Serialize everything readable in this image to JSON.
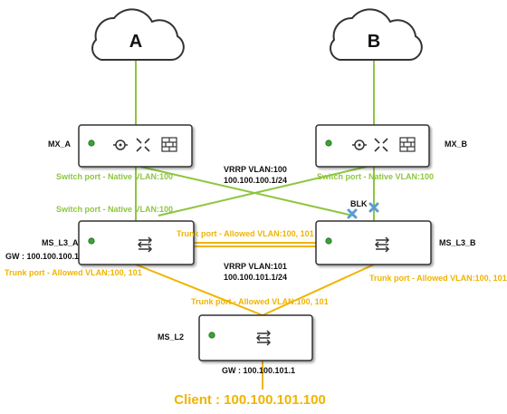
{
  "clouds": [
    {
      "id": "a",
      "label": "A"
    },
    {
      "id": "b",
      "label": "B"
    }
  ],
  "devices": {
    "mx_a": {
      "name": "MX_A"
    },
    "mx_b": {
      "name": "MX_B"
    },
    "ms_l3_a": {
      "name": "MS_L3_A",
      "gateway": "GW : 100.100.100.1"
    },
    "ms_l3_b": {
      "name": "MS_L3_B"
    },
    "ms_l2": {
      "name": "MS_L2",
      "gateway": "GW : 100.100.101.1"
    }
  },
  "links": {
    "switch_port_mx_a": "Switch port - Native VLAN:100",
    "switch_port_mx_b": "Switch port - Native VLAN:100",
    "switch_port_ms_l3_a": "Switch port - Native VLAN:100",
    "trunk_l3_interlink": "Trunk port - Allowed VLAN:100, 101",
    "trunk_ms_l3_a": "Trunk port - Allowed VLAN:100, 101",
    "trunk_ms_l3_b": "Trunk port - Allowed VLAN:100, 101",
    "trunk_ms_l2": "Trunk port - Allowed VLAN:100, 101"
  },
  "vrrp": {
    "vlan100_title": "VRRP VLAN:100",
    "vlan100_ip": "100.100.100.1/24",
    "vlan101_title": "VRRP VLAN:101",
    "vlan101_ip": "100.100.101.1/24"
  },
  "blocked": {
    "label": "BLK"
  },
  "client": {
    "label": "Client : 100.100.101.100"
  },
  "colors": {
    "green_link": "#8dc63f",
    "yellow_link": "#f0b400",
    "device_fill": "#ffffff",
    "device_border": "#333333",
    "status_led": "#3aa335",
    "block_marker": "#5b9bd5"
  }
}
